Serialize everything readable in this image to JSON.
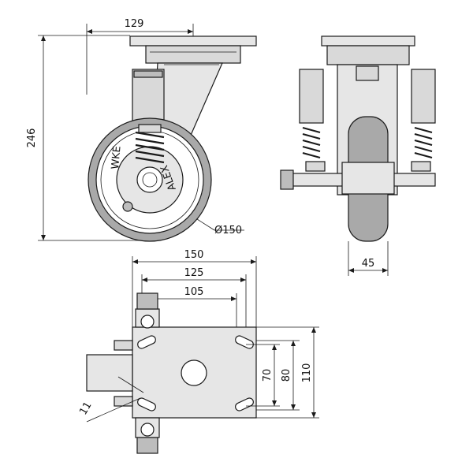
{
  "drawing": {
    "side_view": {
      "dimensions": {
        "plate_offset": "129",
        "overall_height": "246",
        "wheel_diameter": "Ø150"
      },
      "wheel_marking": "ALEX",
      "tire_marking": "WKE"
    },
    "front_view": {
      "dimensions": {
        "wheel_width": "45"
      }
    },
    "top_view": {
      "dimensions": {
        "plate_length": "150",
        "outer_hole_span": "125",
        "inner_hole_span": "105",
        "inner_hole_spacing": "70",
        "outer_hole_spacing": "80",
        "plate_width": "110",
        "hole_size": "11"
      }
    }
  }
}
